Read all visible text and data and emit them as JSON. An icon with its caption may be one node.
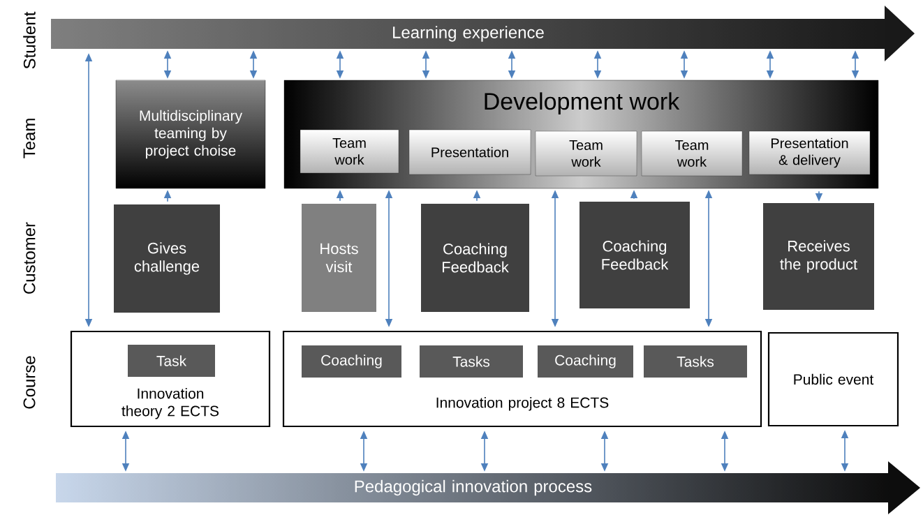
{
  "diagram": {
    "nodes": [
      {
        "text": [
          "Learning experience"
        ]
      },
      {
        "text": [
          "Multidisciplinary teaming by project choise"
        ]
      },
      {
        "text": [
          "Development work"
        ]
      },
      {
        "text": [
          "Team work"
        ],
        "in": 2
      },
      {
        "text": [
          "Presentation"
        ],
        "in": 2
      },
      {
        "text": [
          "Team work"
        ],
        "in": 2
      },
      {
        "text": [
          "Team work"
        ],
        "in": 2
      },
      {
        "text": [
          "Presentation & delivery"
        ],
        "in": 2
      },
      {
        "text": [
          "Gives challenge"
        ]
      },
      {
        "text": [
          "Hosts visit"
        ]
      },
      {
        "text": [
          "Coaching Feedback"
        ]
      },
      {
        "text": [
          "Coaching Feedback"
        ]
      },
      {
        "text": [
          "Receives the product"
        ]
      },
      {
        "text": [
          "Innovation theory 2 ECTS"
        ]
      },
      {
        "text": [
          "Task"
        ],
        "in": 13
      },
      {
        "text": [
          "Innovation project 8 ECTS"
        ]
      },
      {
        "text": [
          "Coaching"
        ],
        "in": 15
      },
      {
        "text": [
          "Tasks"
        ],
        "in": 15
      },
      {
        "text": [
          "Coaching"
        ],
        "in": 15
      },
      {
        "text": [
          "Tasks"
        ],
        "in": 15
      },
      {
        "text": [
          "Public event"
        ]
      },
      {
        "text": [
          "Pedagogical innovation process"
        ]
      }
    ],
    "edges": [
      {
        "from": 0,
        "to": 1,
        "arrow": "both"
      },
      {
        "from": 0,
        "to": 1,
        "arrow": "both"
      },
      {
        "from": 0,
        "to": 2,
        "arrow": "both"
      },
      {
        "from": 0,
        "to": 2,
        "arrow": "both"
      },
      {
        "from": 0,
        "to": 2,
        "arrow": "both"
      },
      {
        "from": 0,
        "to": 2,
        "arrow": "both"
      },
      {
        "from": 0,
        "to": 2,
        "arrow": "both"
      },
      {
        "from": 0,
        "to": 2,
        "arrow": "both"
      },
      {
        "from": 0,
        "to": 2,
        "arrow": "both"
      },
      {
        "from": 0,
        "to": 13,
        "arrow": "both"
      },
      {
        "from": 8,
        "to": 1,
        "arrow": "to"
      },
      {
        "from": 9,
        "to": 2,
        "arrow": "to"
      },
      {
        "from": 10,
        "to": 2,
        "arrow": "to"
      },
      {
        "from": 11,
        "to": 2,
        "arrow": "to"
      },
      {
        "from": 2,
        "to": 12,
        "arrow": "to"
      },
      {
        "from": 2,
        "to": 15,
        "arrow": "both"
      },
      {
        "from": 2,
        "to": 15,
        "arrow": "both"
      },
      {
        "from": 2,
        "to": 15,
        "arrow": "both"
      },
      {
        "from": 13,
        "to": 21,
        "arrow": "both"
      },
      {
        "from": 15,
        "to": 21,
        "arrow": "both"
      },
      {
        "from": 15,
        "to": 21,
        "arrow": "both"
      },
      {
        "from": 15,
        "to": 21,
        "arrow": "both"
      },
      {
        "from": 15,
        "to": 21,
        "arrow": "both"
      },
      {
        "from": 20,
        "to": 21,
        "arrow": "both"
      }
    ],
    "labels": [
      "Student",
      "Team",
      "Customer",
      "Course"
    ]
  }
}
